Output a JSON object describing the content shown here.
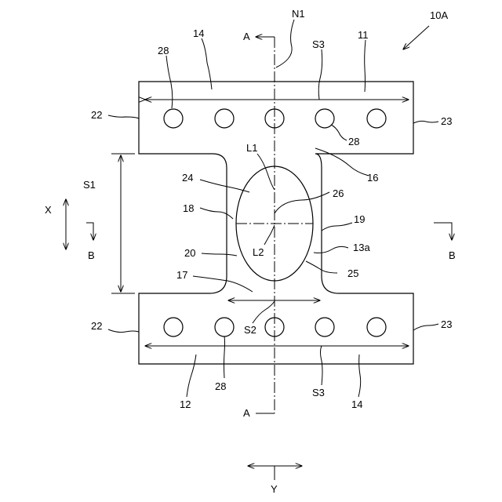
{
  "figure_label": "10A",
  "section_labels": {
    "top_a": "A",
    "bottom_a": "A",
    "left_b": "B",
    "right_b": "B"
  },
  "axis_labels": {
    "n1": "N1",
    "l1": "L1",
    "l2": "L2",
    "x": "X",
    "y": "Y"
  },
  "dimensions": {
    "s1": "S1",
    "s2": "S2",
    "s3_top": "S3",
    "s3_bottom": "S3"
  },
  "ref_numbers": {
    "r11": "11",
    "r12": "12",
    "r13a": "13a",
    "r14_top": "14",
    "r14_bottom": "14",
    "r16": "16",
    "r17": "17",
    "r18": "18",
    "r19": "19",
    "r20": "20",
    "r22_top": "22",
    "r22_bottom": "22",
    "r23_top": "23",
    "r23_bottom": "23",
    "r24": "24",
    "r25": "25",
    "r26": "26",
    "r28_top_left": "28",
    "r28_top_right": "28",
    "r28_bottom": "28"
  }
}
